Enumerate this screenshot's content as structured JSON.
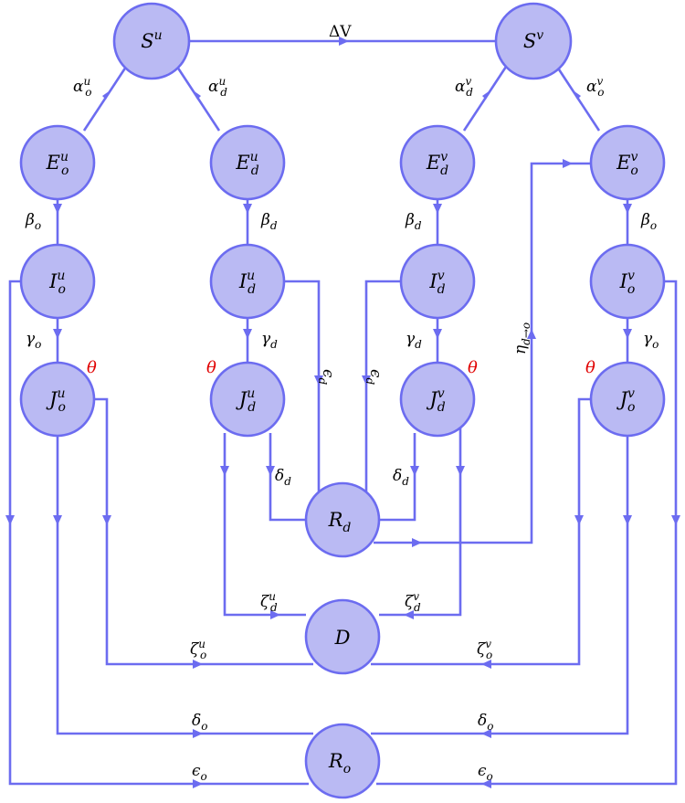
{
  "colors": {
    "node_fill": "#babaf3",
    "edge": "#6c6cf0",
    "theta": "#e00000",
    "text": "#000000"
  },
  "nodes": {
    "Su": {
      "base": "S",
      "sup": "u",
      "sub": ""
    },
    "Sv": {
      "base": "S",
      "sup": "v",
      "sub": ""
    },
    "Eou": {
      "base": "E",
      "sup": "u",
      "sub": "o"
    },
    "Edu": {
      "base": "E",
      "sup": "u",
      "sub": "d"
    },
    "Edv": {
      "base": "E",
      "sup": "v",
      "sub": "d"
    },
    "Eov": {
      "base": "E",
      "sup": "v",
      "sub": "o"
    },
    "Iou": {
      "base": "I",
      "sup": "u",
      "sub": "o"
    },
    "Idu": {
      "base": "I",
      "sup": "u",
      "sub": "d"
    },
    "Idv": {
      "base": "I",
      "sup": "v",
      "sub": "d"
    },
    "Iov": {
      "base": "I",
      "sup": "v",
      "sub": "o"
    },
    "Jou": {
      "base": "J",
      "sup": "u",
      "sub": "o"
    },
    "Jdu": {
      "base": "J",
      "sup": "u",
      "sub": "d"
    },
    "Jdv": {
      "base": "J",
      "sup": "v",
      "sub": "d"
    },
    "Jov": {
      "base": "J",
      "sup": "v",
      "sub": "o"
    },
    "Rd": {
      "base": "R",
      "sup": "",
      "sub": "d"
    },
    "D": {
      "base": "D",
      "sup": "",
      "sub": ""
    },
    "Ro": {
      "base": "R",
      "sup": "",
      "sub": "o"
    }
  },
  "rates": {
    "deltaV": {
      "base": "ΔV",
      "sup": "",
      "sub": ""
    },
    "alpha_ou": {
      "base": "α",
      "sup": "u",
      "sub": "o"
    },
    "alpha_du": {
      "base": "α",
      "sup": "u",
      "sub": "d"
    },
    "alpha_dv": {
      "base": "α",
      "sup": "v",
      "sub": "d"
    },
    "alpha_ov": {
      "base": "α",
      "sup": "v",
      "sub": "o"
    },
    "beta_o": {
      "base": "β",
      "sup": "",
      "sub": "o"
    },
    "beta_d": {
      "base": "β",
      "sup": "",
      "sub": "d"
    },
    "gamma_o": {
      "base": "γ",
      "sup": "",
      "sub": "o"
    },
    "gamma_d": {
      "base": "γ",
      "sup": "",
      "sub": "d"
    },
    "eps_d": {
      "base": "ϵ",
      "sup": "",
      "sub": "d"
    },
    "delta_d": {
      "base": "δ",
      "sup": "",
      "sub": "d"
    },
    "eta": {
      "base": "η",
      "sup": "",
      "sub": "d→o"
    },
    "zeta_du": {
      "base": "ζ",
      "sup": "u",
      "sub": "d"
    },
    "zeta_dv": {
      "base": "ζ",
      "sup": "v",
      "sub": "d"
    },
    "zeta_ou": {
      "base": "ζ",
      "sup": "u",
      "sub": "o"
    },
    "zeta_ov": {
      "base": "ζ",
      "sup": "v",
      "sub": "o"
    },
    "delta_o": {
      "base": "δ",
      "sup": "",
      "sub": "o"
    },
    "eps_o": {
      "base": "ϵ",
      "sup": "",
      "sub": "o"
    }
  },
  "theta": "θ"
}
